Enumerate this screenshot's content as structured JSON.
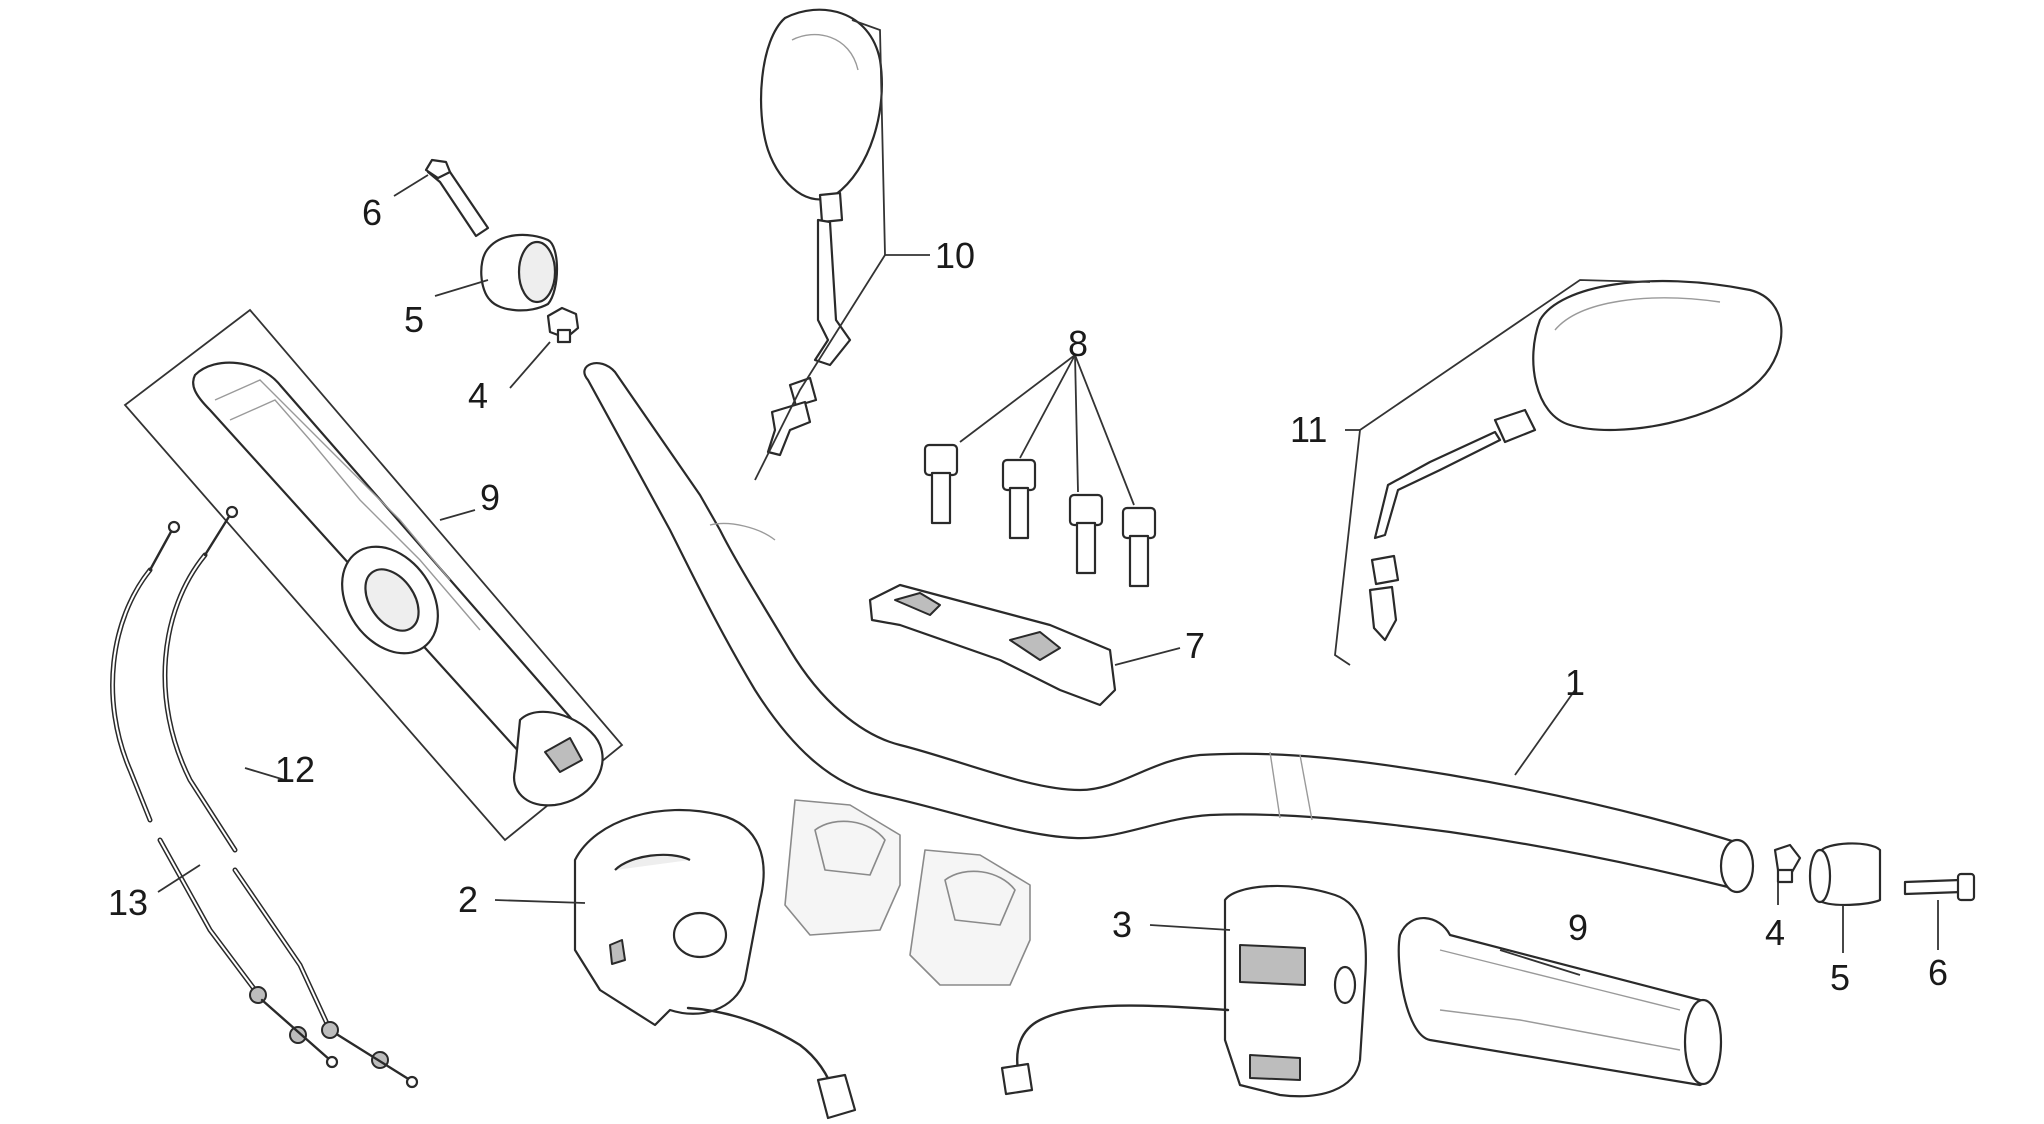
{
  "callouts": {
    "c1": "1",
    "c2": "2",
    "c3": "3",
    "c4a": "4",
    "c4b": "4",
    "c5a": "5",
    "c5b": "5",
    "c6a": "6",
    "c6b": "6",
    "c7": "7",
    "c8": "8",
    "c9a": "9",
    "c9b": "9",
    "c10": "10",
    "c11": "11",
    "c12": "12",
    "c13": "13"
  }
}
